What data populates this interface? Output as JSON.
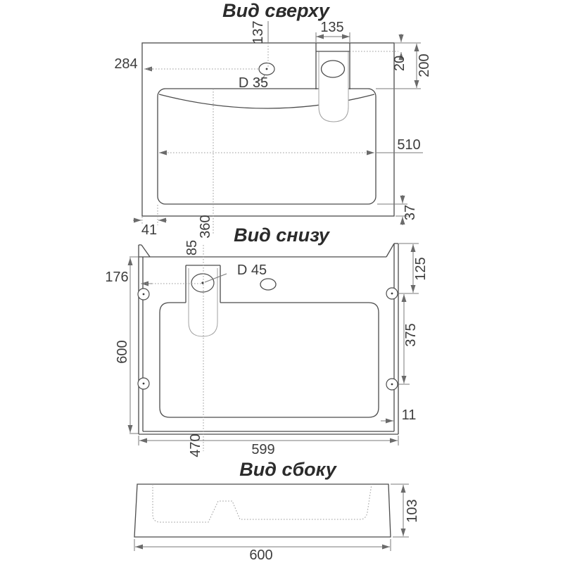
{
  "drawing_colors": {
    "line": "#4c4c4c",
    "dim_line": "#787878",
    "dotted_line": "#9c9c9c",
    "text": "#3d3d3d"
  },
  "top_view": {
    "title": "Вид сверху",
    "labels": {
      "d137": "137",
      "d135": "135",
      "d284": "284",
      "d20": "20",
      "d200": "200",
      "hole_diameter": "D 35",
      "d510": "510",
      "d37": "37",
      "d41": "41",
      "d360": "360"
    }
  },
  "bottom_view": {
    "title": "Вид снизу",
    "labels": {
      "d85": "85",
      "d176": "176",
      "hole_diameter": "D 45",
      "d125": "125",
      "d375": "375",
      "d600": "600",
      "d11": "11",
      "d470": "470",
      "d599": "599"
    }
  },
  "side_view": {
    "title": "Вид сбоку",
    "labels": {
      "d600": "600",
      "d103": "103"
    }
  }
}
